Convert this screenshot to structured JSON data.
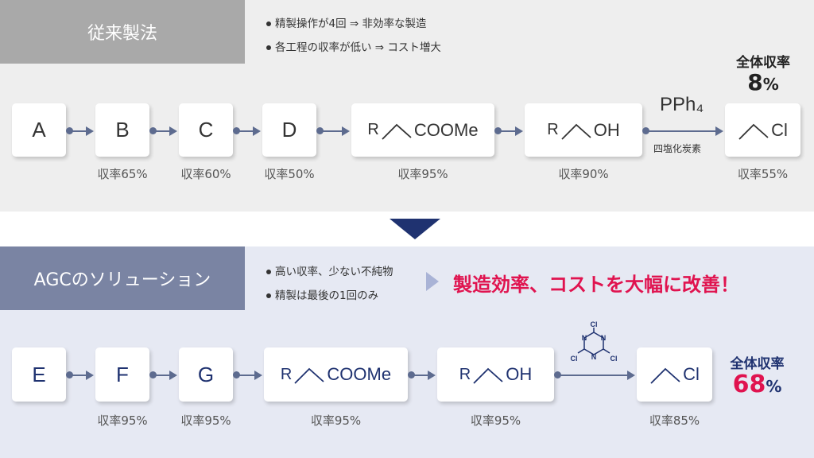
{
  "conventional": {
    "title": "従来製法",
    "bullets": [
      "精製操作が4回 ⇒ 非効率な製造",
      "各工程の収率が低い ⇒ コスト増大"
    ],
    "overall_label": "全体収率",
    "overall_value": "8",
    "overall_unit": "%",
    "reagent": "PPh₄",
    "reagent_sub": "四塩化炭素",
    "steps": [
      {
        "label": "A",
        "yield": ""
      },
      {
        "label": "B",
        "yield": "収率65%"
      },
      {
        "label": "C",
        "yield": "収率60%"
      },
      {
        "label": "D",
        "yield": "収率50%"
      },
      {
        "r": "R",
        "group": "COOMe",
        "yield": "収率95%"
      },
      {
        "r": "R",
        "group": "OH",
        "yield": "収率90%"
      },
      {
        "r": "",
        "group": "Cl",
        "yield": "収率55%"
      }
    ]
  },
  "agc": {
    "title": "AGCのソリューション",
    "bullets": [
      "高い収率、少ない不純物",
      "精製は最後の1回のみ"
    ],
    "headline": "製造効率、コストを大幅に改善！",
    "overall_label": "全体収率",
    "overall_value": "68",
    "overall_unit": "%",
    "reagent_atoms": {
      "cl": "Cl",
      "n": "N"
    },
    "steps": [
      {
        "label": "E",
        "yield": ""
      },
      {
        "label": "F",
        "yield": "収率95%"
      },
      {
        "label": "G",
        "yield": "収率95%"
      },
      {
        "r": "R",
        "group": "COOMe",
        "yield": "収率95%"
      },
      {
        "r": "R",
        "group": "OH",
        "yield": "収率95%"
      },
      {
        "r": "",
        "group": "Cl",
        "yield": "収率85%"
      }
    ]
  },
  "colors": {
    "navy": "#1f3270",
    "red": "#e0134f",
    "gray_header": "#a9a9a9",
    "blue_header": "#7a84a3"
  }
}
